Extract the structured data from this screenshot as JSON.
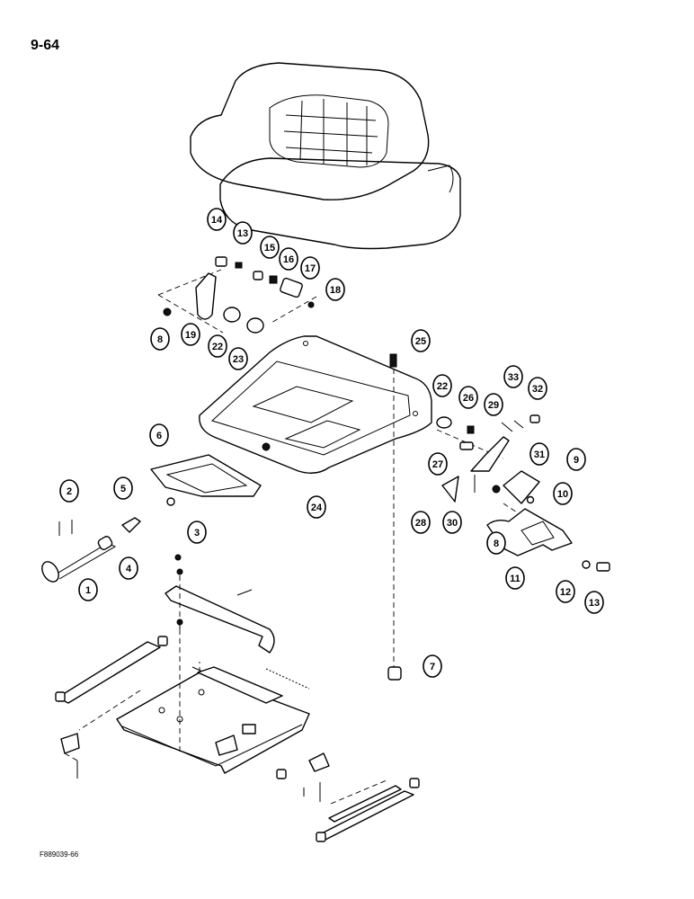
{
  "page_number": "9-64",
  "figure_code": "F889039-66",
  "callouts": [
    {
      "label": "14"
    },
    {
      "label": "13"
    },
    {
      "label": "15"
    },
    {
      "label": "16"
    },
    {
      "label": "17"
    },
    {
      "label": "18"
    },
    {
      "label": "8"
    },
    {
      "label": "19"
    },
    {
      "label": "22"
    },
    {
      "label": "23"
    },
    {
      "label": "25"
    },
    {
      "label": "22"
    },
    {
      "label": "26"
    },
    {
      "label": "29"
    },
    {
      "label": "33"
    },
    {
      "label": "32"
    },
    {
      "label": "31"
    },
    {
      "label": "9"
    },
    {
      "label": "27"
    },
    {
      "label": "10"
    },
    {
      "label": "28"
    },
    {
      "label": "30"
    },
    {
      "label": "8"
    },
    {
      "label": "11"
    },
    {
      "label": "12"
    },
    {
      "label": "13"
    },
    {
      "label": "6"
    },
    {
      "label": "24"
    },
    {
      "label": "2"
    },
    {
      "label": "5"
    },
    {
      "label": "3"
    },
    {
      "label": "4"
    },
    {
      "label": "1"
    },
    {
      "label": "7"
    }
  ]
}
